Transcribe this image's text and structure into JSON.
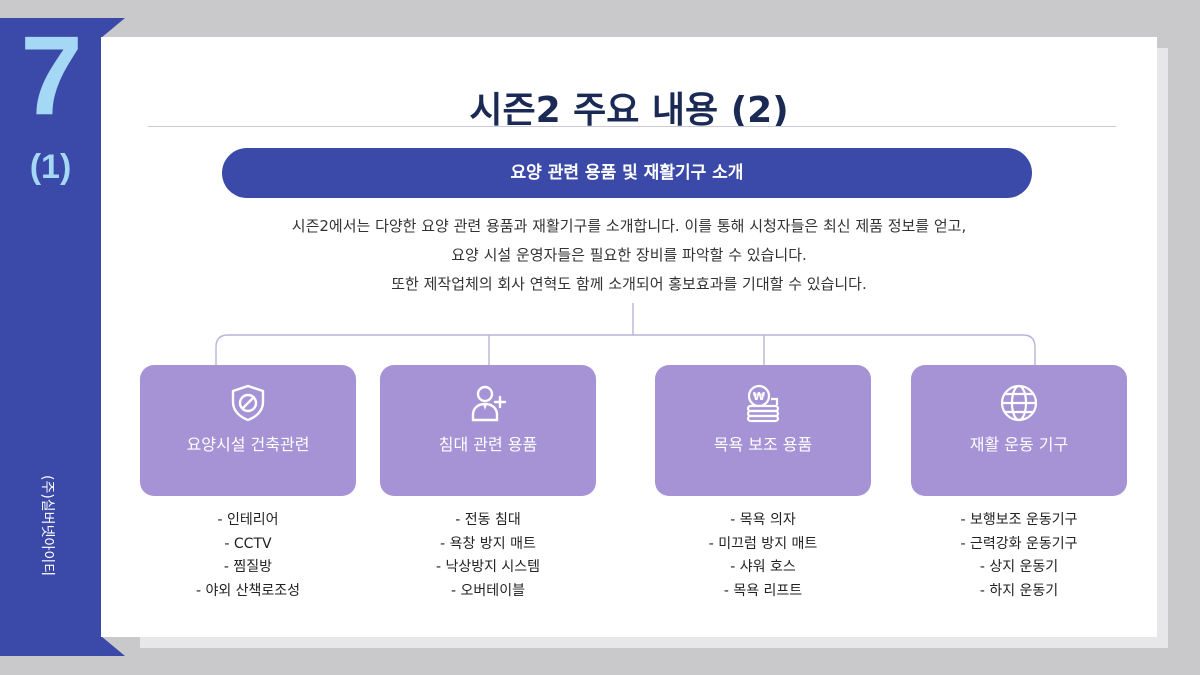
{
  "sidebar": {
    "chapter_number": "7",
    "chapter_sub": "(1)",
    "company": "(주)실버넷아이티"
  },
  "title": "시즌2 주요 내용 (2)",
  "pill": "요양 관련 용품 및 재활기구 소개",
  "intro": [
    "시즌2에서는 다양한 요양 관련 용품과 재활기구를 소개합니다. 이를 통해 시청자들은 최신 제품 정보를 얻고,",
    "요양 시설 운영자들은 필요한 장비를 파악할 수 있습니다.",
    "또한 제작업체의 회사 연혁도 함께 소개되어 홍보효과를 기대할 수 있습니다."
  ],
  "categories": [
    {
      "label": "요양시설 건축관련",
      "icon": "shield-icon",
      "items": [
        "- 인테리어",
        "- CCTV",
        "- 찜질방",
        "- 야외 산책로조성"
      ]
    },
    {
      "label": "침대 관련 용품",
      "icon": "user-add-icon",
      "items": [
        "- 전동 침대",
        "- 욕창 방지 매트",
        "- 낙상방지 시스템",
        "- 오버테이블"
      ]
    },
    {
      "label": "목욕 보조 용품",
      "icon": "coins-icon",
      "items": [
        "- 목욕 의자",
        "- 미끄럼 방지 매트",
        "- 샤워 호스",
        "- 목욕 리프트"
      ]
    },
    {
      "label": "재활 운동 기구",
      "icon": "globe-icon",
      "items": [
        "- 보행보조 운동기구",
        "- 근력강화 운동기구",
        "- 상지 운동기",
        "- 하지 운동기"
      ]
    }
  ],
  "colors": {
    "sidebar": "#3b4aa8",
    "accent_number": "#a5d8f5",
    "pill": "#3b4aa8",
    "category_box": "#a593d6",
    "title": "#1a2a55"
  }
}
